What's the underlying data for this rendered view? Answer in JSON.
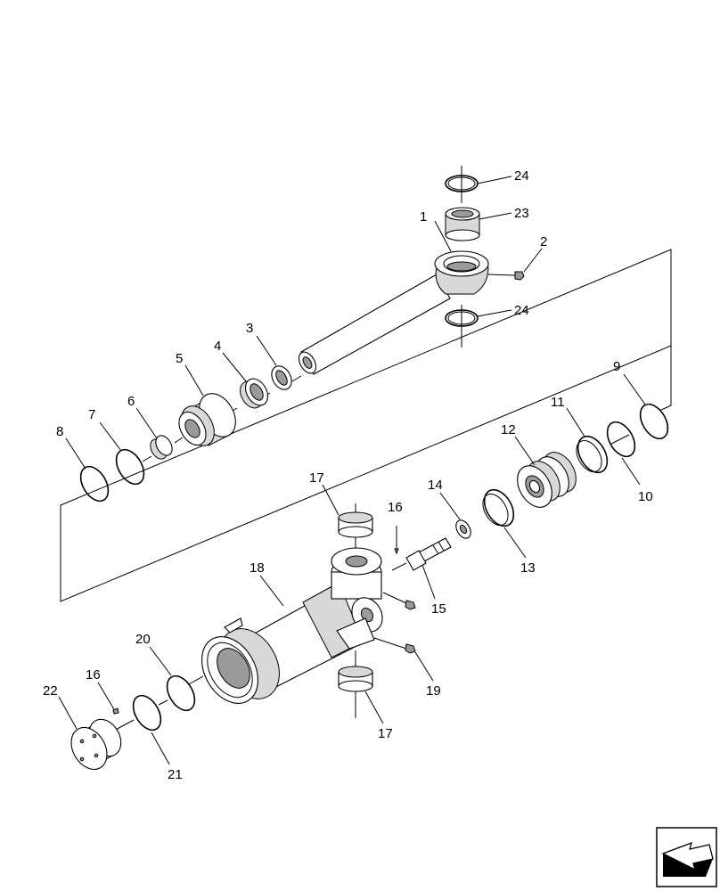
{
  "callouts": [
    {
      "id": "c1",
      "label": "1"
    },
    {
      "id": "c2",
      "label": "2"
    },
    {
      "id": "c3",
      "label": "3"
    },
    {
      "id": "c4",
      "label": "4"
    },
    {
      "id": "c5",
      "label": "5"
    },
    {
      "id": "c6",
      "label": "6"
    },
    {
      "id": "c7",
      "label": "7"
    },
    {
      "id": "c8",
      "label": "8"
    },
    {
      "id": "c9",
      "label": "9"
    },
    {
      "id": "c10",
      "label": "10"
    },
    {
      "id": "c11",
      "label": "11"
    },
    {
      "id": "c12",
      "label": "12"
    },
    {
      "id": "c13",
      "label": "13"
    },
    {
      "id": "c14",
      "label": "14"
    },
    {
      "id": "c15",
      "label": "15"
    },
    {
      "id": "c16a",
      "label": "16"
    },
    {
      "id": "c16b",
      "label": "16"
    },
    {
      "id": "c17a",
      "label": "17"
    },
    {
      "id": "c17b",
      "label": "17"
    },
    {
      "id": "c18",
      "label": "18"
    },
    {
      "id": "c19",
      "label": "19"
    },
    {
      "id": "c20",
      "label": "20"
    },
    {
      "id": "c21",
      "label": "21"
    },
    {
      "id": "c22",
      "label": "22"
    },
    {
      "id": "c23",
      "label": "23"
    },
    {
      "id": "c24a",
      "label": "24"
    },
    {
      "id": "c24b",
      "label": "24"
    }
  ],
  "nav_icon": "next-page-arrow-icon"
}
